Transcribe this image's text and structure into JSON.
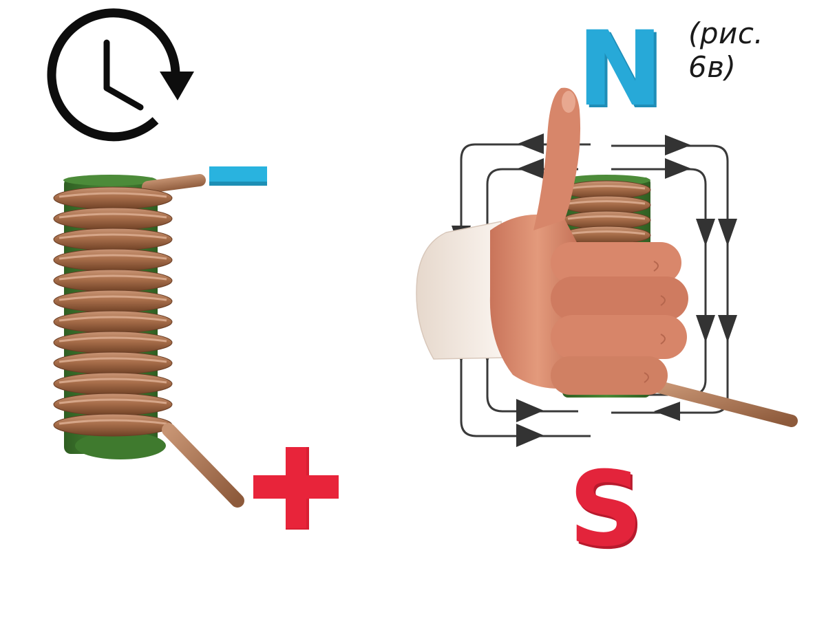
{
  "figure": {
    "caption": "(рис. 6в)"
  },
  "labels": {
    "minus": "−",
    "plus": "+",
    "north": "N",
    "south": "S"
  },
  "icons": {
    "clock": "clockwise-clock-icon",
    "hand": "right-hand-thumbs-up"
  },
  "colors": {
    "coil_wire": "#a86e4a",
    "coil_core": "#3f7a2e",
    "minus_sign": "#29b3df",
    "plus_sign": "#e8243a",
    "north_letter": "#27a9d8",
    "south_letter": "#e3243b",
    "field_lines": "#3a3a3a",
    "skin": "#d9846a",
    "sleeve": "#f1e7df"
  }
}
